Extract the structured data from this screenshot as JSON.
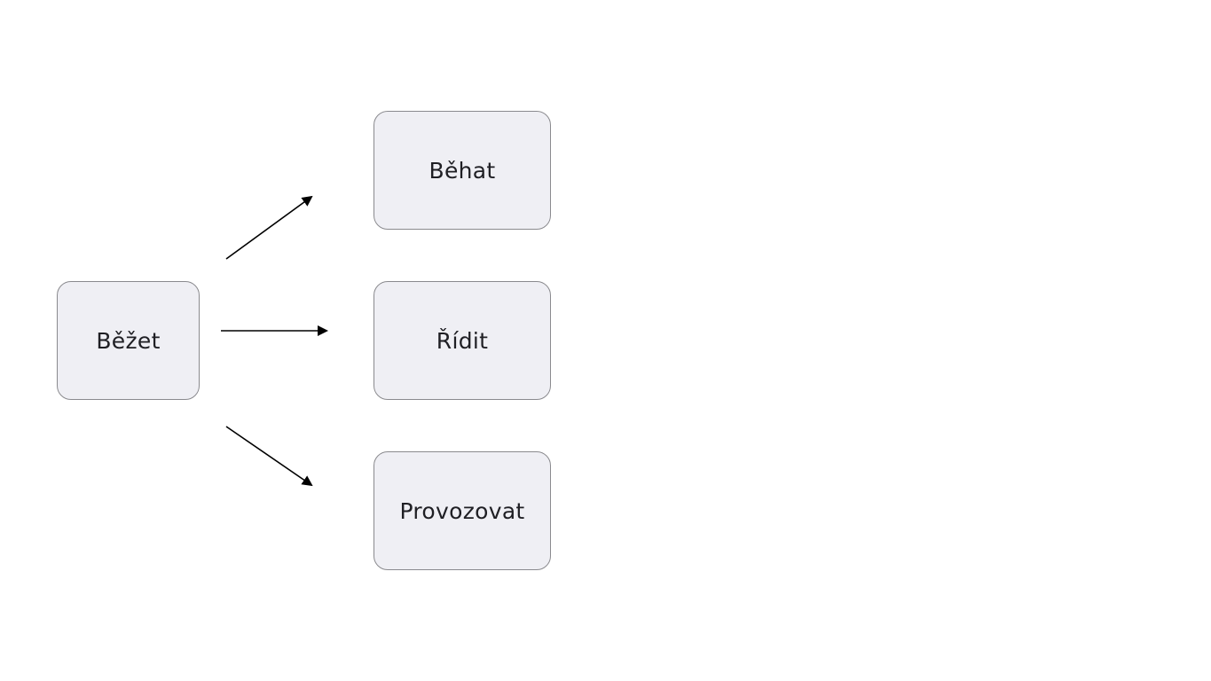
{
  "diagram": {
    "source": {
      "label": "Běžet"
    },
    "targets": [
      {
        "label": "Běhat"
      },
      {
        "label": "Řídit"
      },
      {
        "label": "Provozovat"
      }
    ]
  },
  "colors": {
    "node_fill": "#efeff4",
    "node_border": "#8a8a8e",
    "text": "#1f1f24",
    "arrow": "#000000",
    "background": "#ffffff"
  }
}
